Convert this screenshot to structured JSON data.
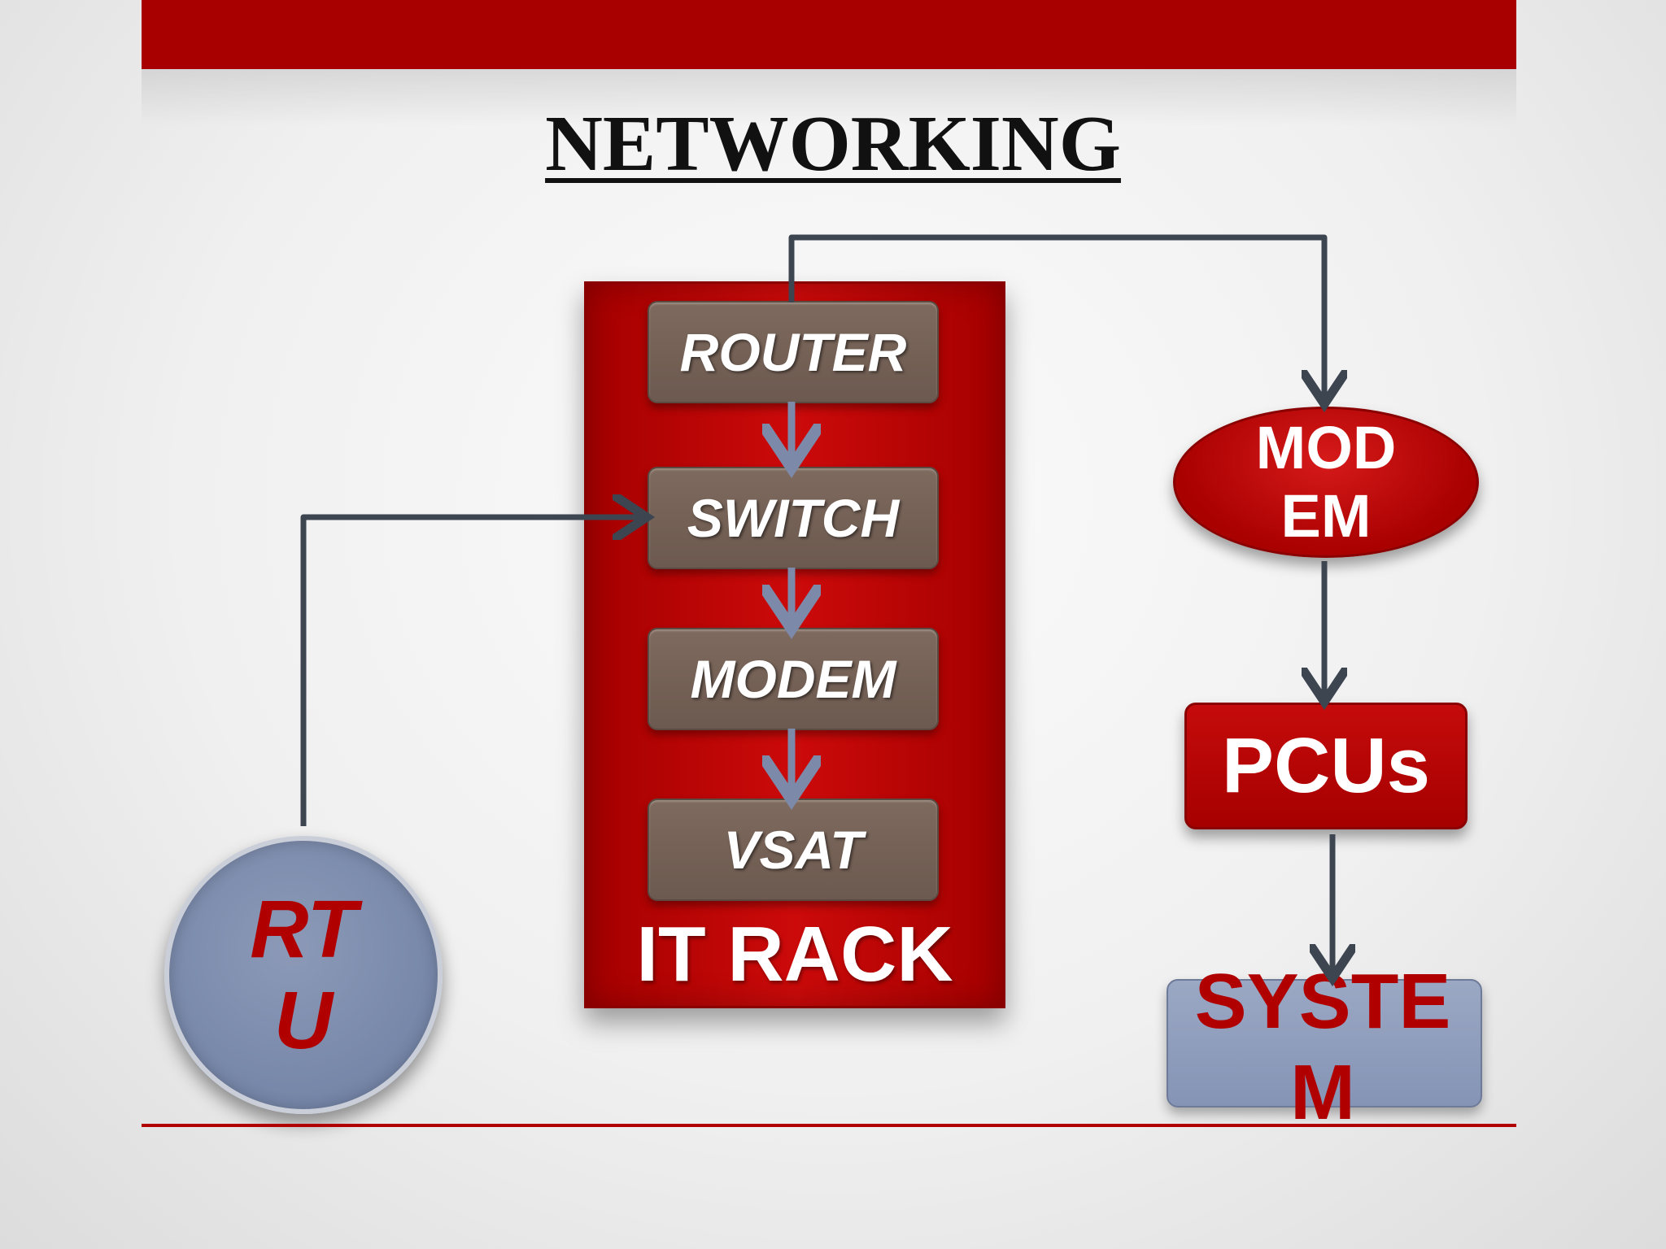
{
  "title": "NETWORKING",
  "it_rack": {
    "label": "IT RACK",
    "items": [
      "ROUTER",
      "SWITCH",
      "MODEM",
      "VSAT"
    ]
  },
  "modem_node": {
    "line1": "MOD",
    "line2": "EM"
  },
  "pcus_node": {
    "label": "PCUs"
  },
  "system_node": {
    "line1": "SYSTE",
    "line2": "M"
  },
  "rtu_node": {
    "line1": "RT",
    "line2": "U"
  },
  "colors": {
    "accent_red": "#a80000",
    "box_brown": "#6f5c51",
    "node_blue": "#8594b5",
    "connector": "#3c4550",
    "inner_arrow": "#7d89a8"
  }
}
